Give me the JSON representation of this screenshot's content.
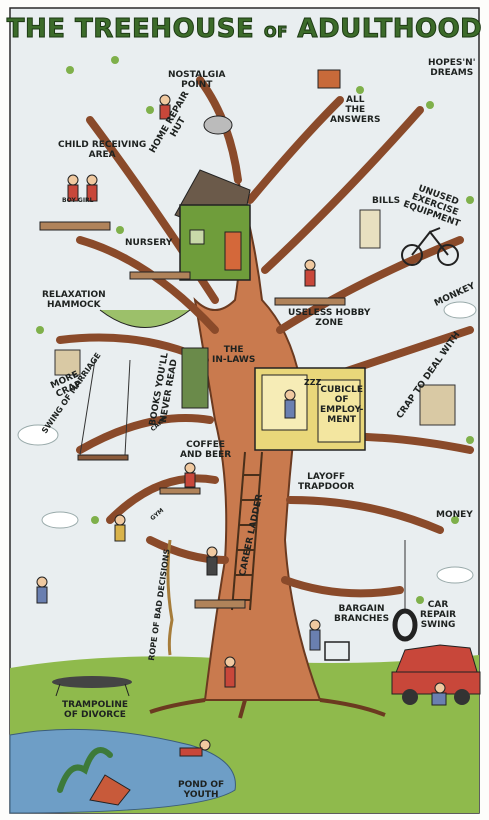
{
  "title": {
    "part1": "THE TREEHOUSE",
    "part2": "OF",
    "part3": "ADULTHOOD"
  },
  "labels": {
    "nostalgia": "NOSTALGIA\nPOINT",
    "hopes": "HOPES'N'\nDREAMS",
    "answers": "ALL\nTHE\nANSWERS",
    "child": "CHILD RECEIVING\nAREA",
    "repair_hut": "HOME REPAIR\nHUT",
    "bills": "BILLS",
    "exercise": "UNUSED\nEXERCISE\nEQUIPMENT",
    "nursery": "NURSERY",
    "relaxation": "RELAXATION\nHAMMOCK",
    "hobby": "USELESS HOBBY\nZONE",
    "monkey": "MONKEY",
    "inlaws": "THE\nIN-LAWS",
    "books": "BOOKS YOU'LL\nNEVER READ",
    "more_crap": "MORE\nCRAP",
    "crap_deal": "CRAP TO DEAL WITH",
    "swing_marriage": "SWING OF MARRIAGE",
    "cubicle": "CUBICLE\nOF\nEMPLOY-\nMENT",
    "zzz": "ZZZ",
    "coffee": "COFFEE\nAND BEER",
    "layoff": "LAYOFF\nTRAPDOOR",
    "money": "MONEY",
    "career": "CAREER LADDER",
    "rope": "ROPE OF BAD DECISIONS",
    "bargain": "BARGAIN\nBRANCHES",
    "car_repair": "CAR\nREPAIR\nSWING",
    "trampoline": "TRAMPOLINE\nOF DIVORCE",
    "pond": "POND OF\nYOUTH",
    "gym": "GYM",
    "boy_girl": "BOY GIRL",
    "cake": "CAKE"
  },
  "colors": {
    "sky": "#e9eef0",
    "title": "#3c6b2a",
    "trunk": "#c97a4e",
    "trunk_dark": "#8a4a2a",
    "grass": "#8fba4c",
    "pond": "#6e9ec6",
    "hut": "#6f9d3b",
    "cubicle": "#e9d77a",
    "car": "#c8473a"
  }
}
